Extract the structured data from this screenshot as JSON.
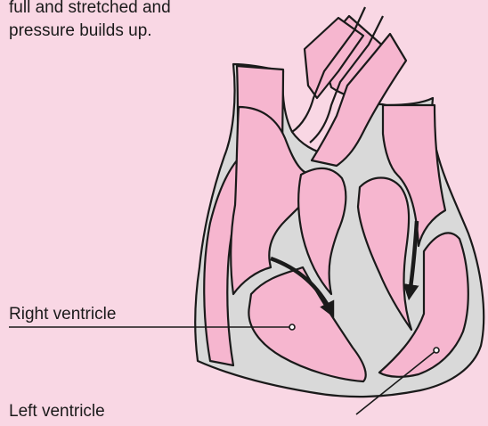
{
  "caption": {
    "line1": "full and stretched and",
    "line2": "pressure builds up."
  },
  "labels": {
    "right_ventricle": "Right ventricle",
    "left_ventricle": "Left ventricle"
  },
  "colors": {
    "background": "#f9d7e4",
    "chamber": "#f6b6cf",
    "wall": "#d9d9d9",
    "outline": "#1a1a1a"
  }
}
